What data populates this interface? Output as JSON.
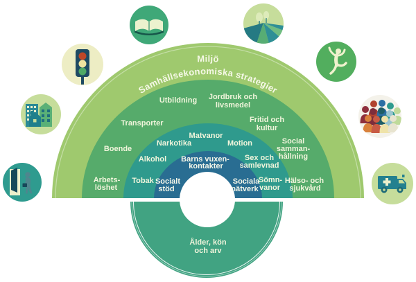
{
  "arcs": {
    "outer_ring": {
      "color": "#9FC96E",
      "title_line1": "Miljö",
      "title_line2": "Samhällsekonomiska strategier"
    },
    "living_ring": {
      "color": "#56AB6B",
      "utbildning": [
        "Utbildning"
      ],
      "jordbruk": [
        "Jordbruk och",
        "livsmedel"
      ],
      "transporter": [
        "Transporter"
      ],
      "fritid": [
        "Fritid och",
        "kultur"
      ],
      "boende": [
        "Boende"
      ],
      "social_sammanhallning": [
        "Social",
        "samman-",
        "hållning"
      ],
      "arbetsloshet": [
        "Arbets-",
        "löshet"
      ],
      "halso_sjukvard": [
        "Hälso- och",
        "sjukvård"
      ]
    },
    "lifestyle_ring": {
      "color": "#2F9A8D",
      "matvanor": [
        "Matvanor"
      ],
      "narkotika": [
        "Narkotika"
      ],
      "motion": [
        "Motion"
      ],
      "alkohol": [
        "Alkohol"
      ],
      "sex_samlevnad": [
        "Sex och",
        "samlevnad"
      ],
      "tobak": [
        "Tobak"
      ],
      "somnvanor": [
        "Sömn-",
        "vanor"
      ]
    },
    "network_ring": {
      "color": "#296D92",
      "barns_vuxenkontakter": [
        "Barns vuxen-",
        "kontakter"
      ],
      "socialt_stod": [
        "Socialt",
        "stöd"
      ],
      "sociala_natverk": [
        "Sociala",
        "nätverk"
      ]
    },
    "core": {
      "color": "#41A382",
      "alder_kon_arv": [
        "Ålder, kön",
        "och arv"
      ]
    }
  },
  "icons": {
    "open_book": {
      "bg": "#3FA878"
    },
    "traffic_light": {
      "bg": "#EDEDC4"
    },
    "buildings": {
      "bg": "#C6DD9B"
    },
    "person_leaving_door": {
      "bg": "#2F9B8F"
    },
    "landscape_fields": {
      "bg": "#C6DD9B"
    },
    "dancing_person": {
      "bg": "#52AE5E"
    },
    "group_of_people": {
      "bg": "#F4F2EA"
    },
    "ambulance": {
      "bg": "#C6DD9B"
    }
  }
}
